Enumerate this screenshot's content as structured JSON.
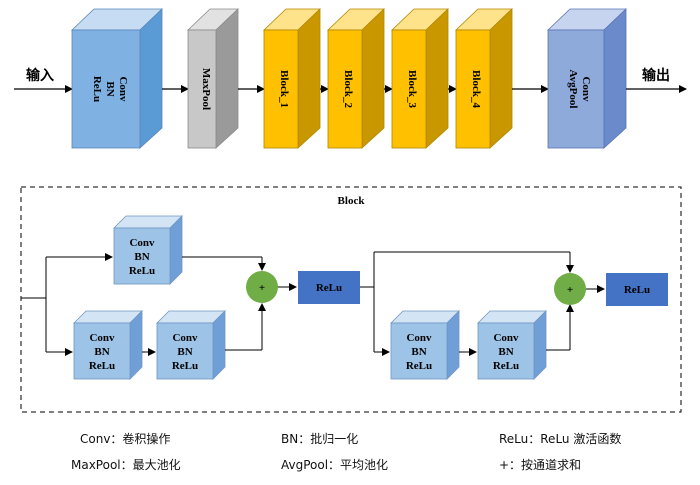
{
  "top_row": {
    "input_label": "输入",
    "output_label": "输出",
    "stem_lines": [
      "Conv",
      "BN",
      "ReLu"
    ],
    "maxpool": "MaxPool",
    "blocks": [
      "Block_1",
      "Block_2",
      "Block_3",
      "Block_4"
    ],
    "head_lines": [
      "Conv",
      "AvgPool"
    ]
  },
  "block_detail": {
    "title": "Block",
    "cbr_lines": [
      "Conv",
      "BN",
      "ReLu"
    ],
    "relu": "ReLu",
    "plus": "+"
  },
  "legend": [
    "Conv：卷积操作",
    "BN：批归一化",
    "ReLu：ReLu 激活函数",
    "MaxPool：最大池化",
    "AvgPool：平均池化",
    "+：按通道求和"
  ],
  "colors": {
    "stem_front": "#7fb1e2",
    "pool_front": "#c8c8c8",
    "block_front": "#ffc000",
    "head_front": "#8eaadb",
    "cbr_front": "#9dc3e6",
    "relu_box": "#4472c4",
    "plus_circle": "#70ad47"
  }
}
